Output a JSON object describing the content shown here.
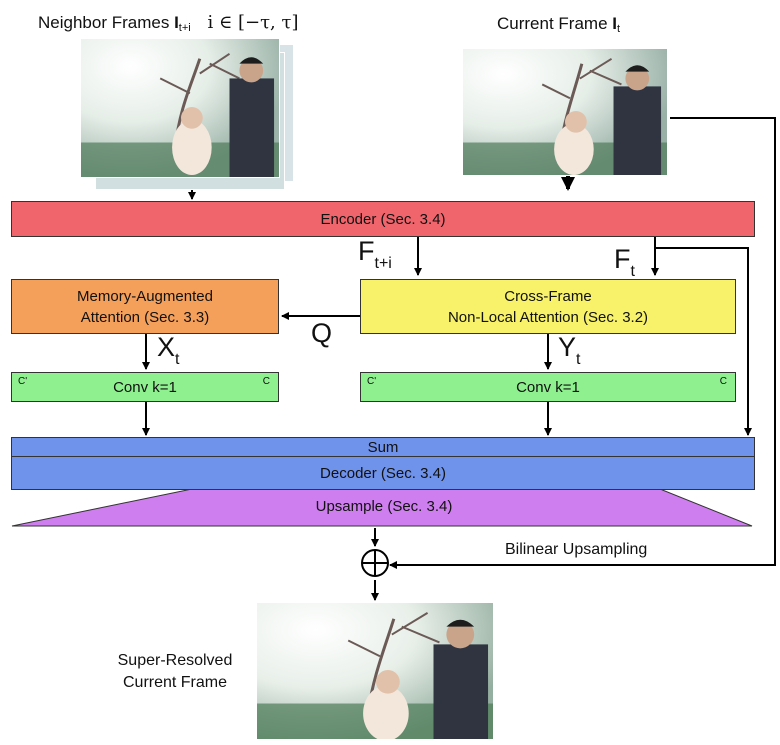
{
  "labels": {
    "neighbor_frames": "Neighbor Frames",
    "neighbor_symbol": "I",
    "neighbor_sub": "t+i",
    "neighbor_range": "i ∈ [−τ, τ]",
    "current_frame": "Current Frame",
    "current_symbol": "I",
    "current_sub": "t",
    "f_neighbor": "F",
    "f_neighbor_sub": "t+i",
    "f_current": "F",
    "f_current_sub": "t",
    "q": "Q",
    "x": "X",
    "x_sub": "t",
    "y": "Y",
    "y_sub": "t",
    "bilinear": "Bilinear Upsampling",
    "super_resolved_line1": "Super-Resolved",
    "super_resolved_line2": "Current Frame",
    "oplus": "⊕"
  },
  "blocks": {
    "encoder": "Encoder (Sec. 3.4)",
    "memory_line1": "Memory-Augmented",
    "memory_line2": "Attention (Sec. 3.3)",
    "crossframe_line1": "Cross-Frame",
    "crossframe_line2": "Non-Local Attention (Sec. 3.2)",
    "conv_left": "Conv  k=1",
    "conv_right": "Conv  k=1",
    "conv_c_prime": "C'",
    "conv_c": "C",
    "sum": "Sum",
    "decoder": "Decoder (Sec. 3.4)",
    "upsample": "Upsample (Sec. 3.4)"
  },
  "colors": {
    "encoder": "#f0646c",
    "memory": "#f5a05a",
    "crossframe": "#f7f26a",
    "conv": "#8ef08e",
    "sum": "#6f92ea",
    "decoder": "#6f92ea",
    "upsample": "#cf7ef0"
  }
}
